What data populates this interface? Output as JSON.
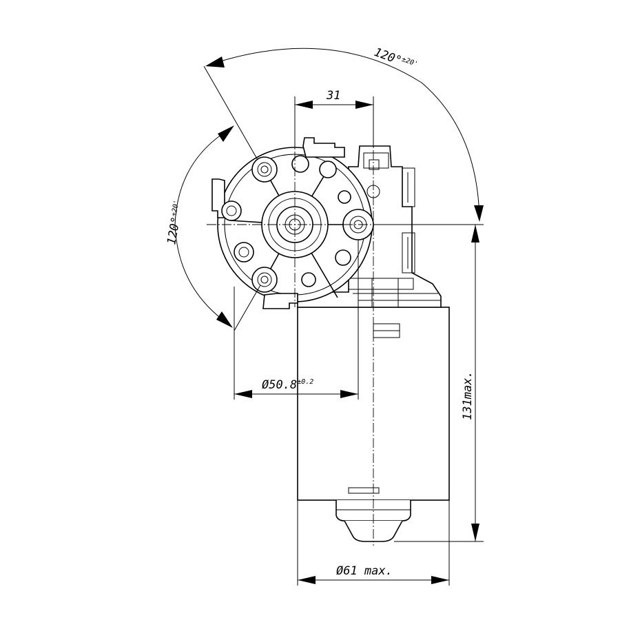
{
  "dimensions": {
    "angle_top": {
      "value": "120°",
      "tolerance": "±20'"
    },
    "angle_left": {
      "value": "120°",
      "tolerance": "±20'"
    },
    "offset": {
      "value": "31"
    },
    "bolt_circle": {
      "value": "Ø50.8",
      "tolerance": "±0.2"
    },
    "length": {
      "value": "131max."
    },
    "diameter": {
      "value": "Ø61 max."
    }
  },
  "colors": {
    "line": "#000000",
    "background": "#ffffff"
  }
}
